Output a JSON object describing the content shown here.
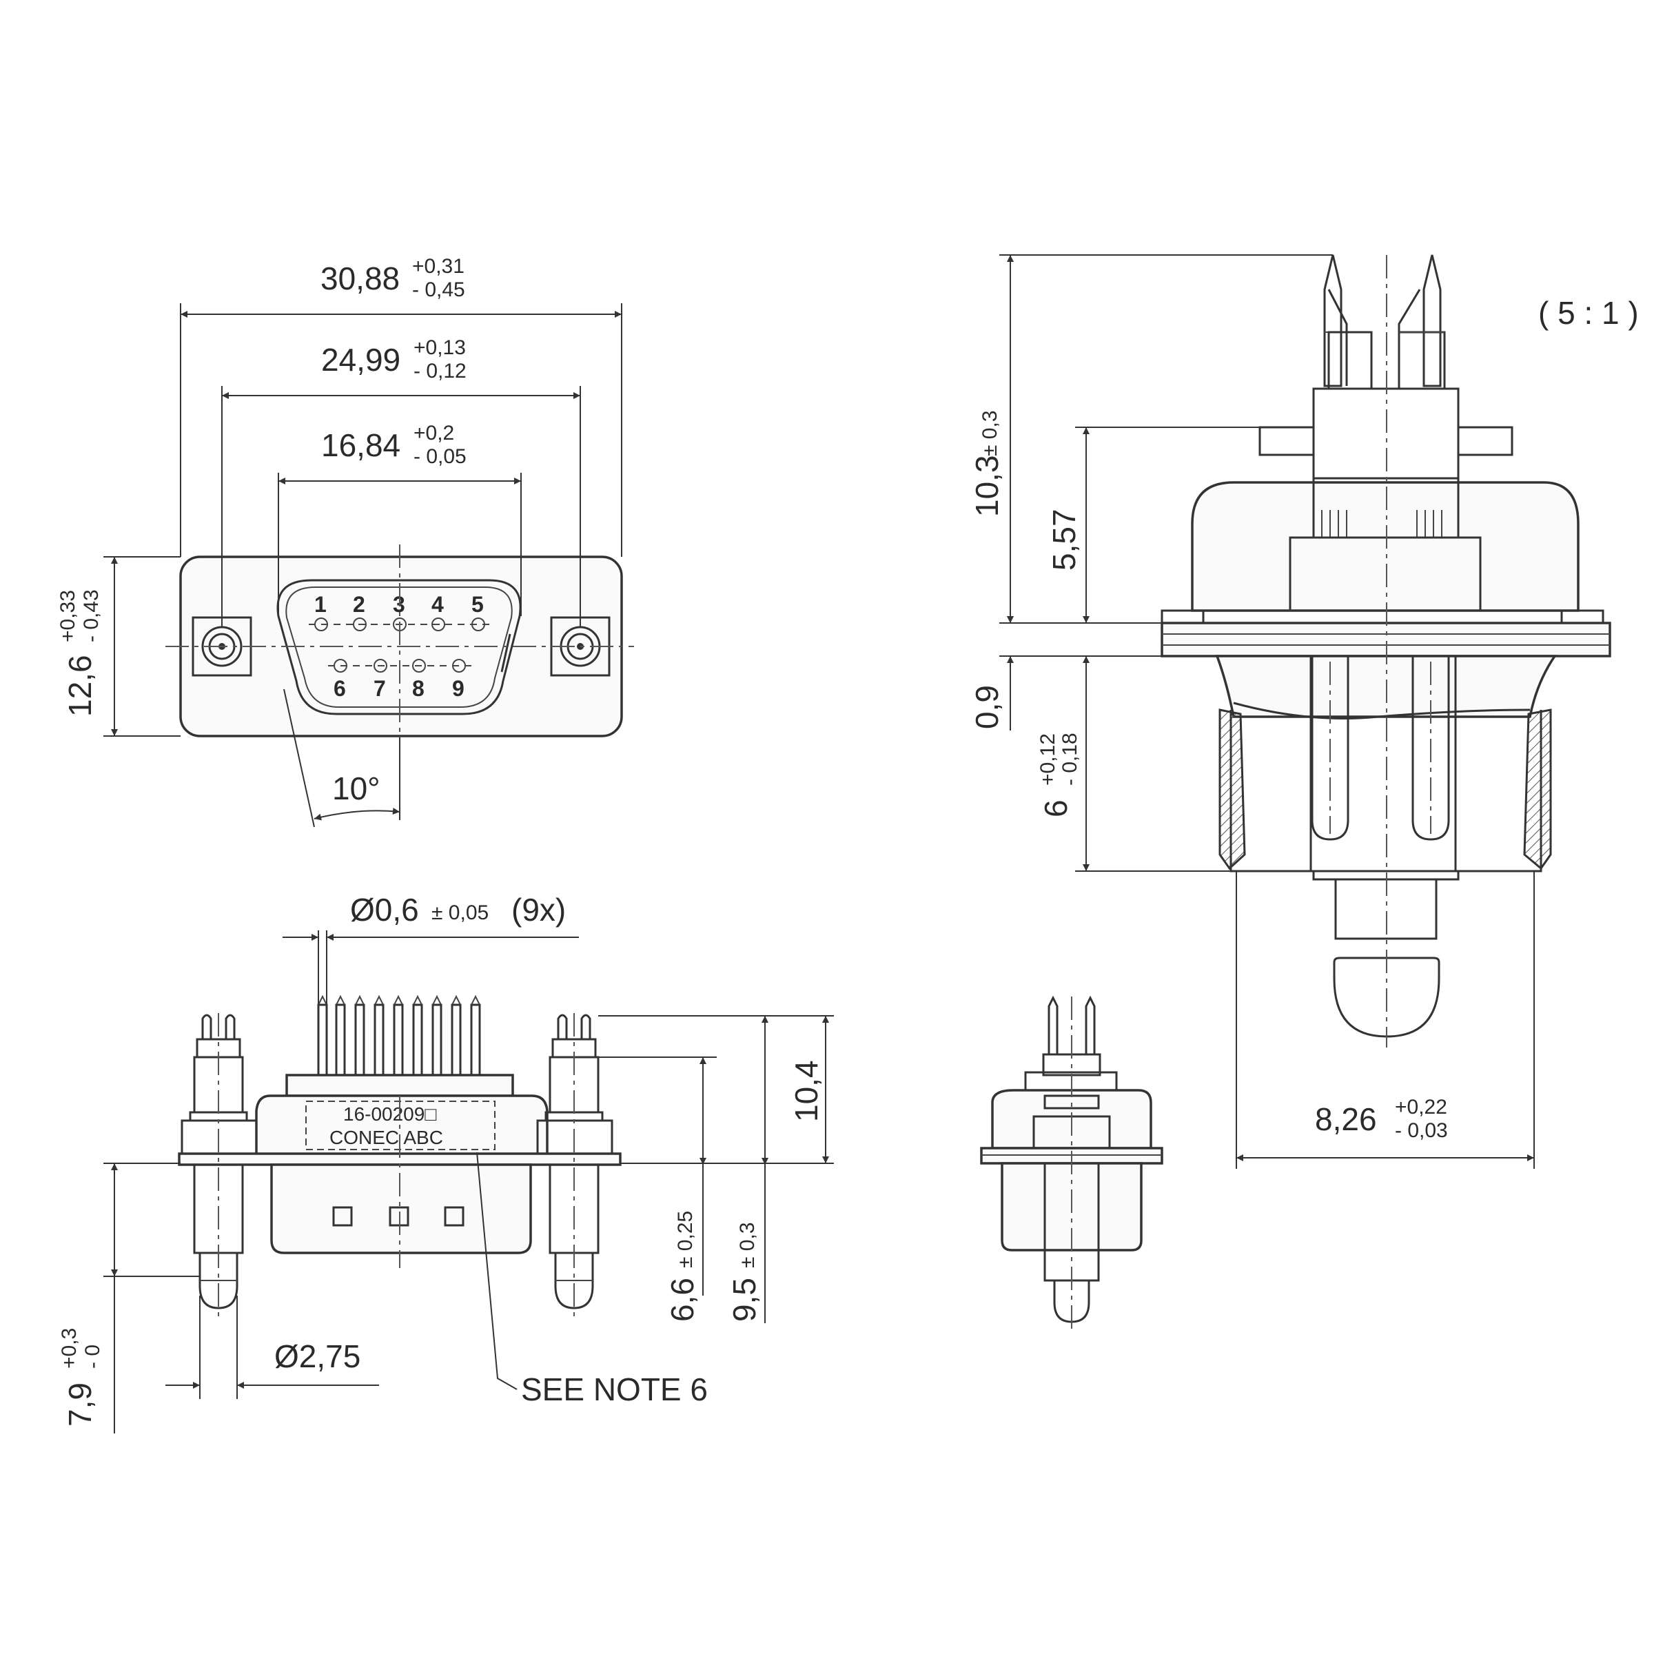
{
  "scale": "( 5 : 1 )",
  "front_view": {
    "width_overall": {
      "value": "30,88",
      "tol_plus": "+0,31",
      "tol_minus": "- 0,45"
    },
    "mount_hole_spacing": {
      "value": "24,99",
      "tol_plus": "+0,13",
      "tol_minus": "- 0,12"
    },
    "shell_width": {
      "value": "16,84",
      "tol_plus": "+0,2",
      "tol_minus": "- 0,05"
    },
    "height": {
      "value": "12,6",
      "tol_plus": "+0,33",
      "tol_minus": "- 0,43"
    },
    "angle": "10°",
    "pins_top": [
      "1",
      "2",
      "3",
      "4",
      "5"
    ],
    "pins_bottom": [
      "6",
      "7",
      "8",
      "9"
    ]
  },
  "bottom_view": {
    "pin_diameter": {
      "value": "Ø0,6",
      "tol": "± 0,05",
      "count": "(9x)"
    },
    "label_line1": "16-00209□",
    "label_line2": "CONEC  ABC",
    "height_10_4": "10,4",
    "dim_6_6": {
      "value": "6,6",
      "tol": "± 0,25"
    },
    "dim_9_5": {
      "value": "9,5",
      "tol": "± 0,3"
    },
    "dim_7_9": {
      "value": "7,9",
      "tol_plus": "+0,3",
      "tol_minus": "- 0"
    },
    "boss_diameter": "Ø2,75",
    "note": "SEE NOTE 6"
  },
  "side_view": {
    "overall_height": {
      "value": "10,3",
      "tol": "± 0,3"
    },
    "dim_5_57": "5,57",
    "dim_0_9": "0,9",
    "dim_6": {
      "value": "6",
      "tol_plus": "+0,12",
      "tol_minus": "- 0,18"
    },
    "depth": {
      "value": "8,26",
      "tol_plus": "+0,22",
      "tol_minus": "- 0,03"
    }
  }
}
